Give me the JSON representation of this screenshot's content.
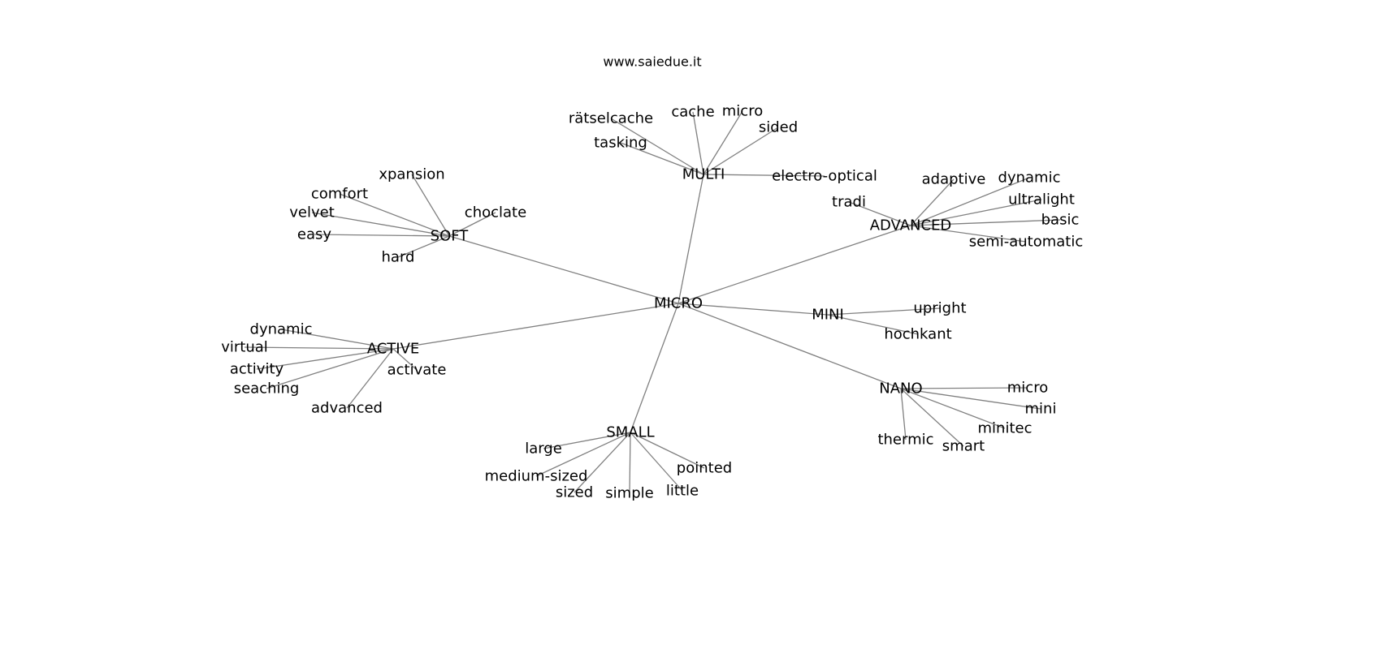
{
  "title": "www.saiedue.it",
  "edge_color": "#808080",
  "nodes": [
    {
      "id": "micro_root",
      "label": "MICRO"
    },
    {
      "id": "multi",
      "label": "MULTI"
    },
    {
      "id": "m_raetsel",
      "label": "rätselcache"
    },
    {
      "id": "m_cache",
      "label": "cache"
    },
    {
      "id": "m_micro",
      "label": "micro"
    },
    {
      "id": "m_sided",
      "label": "sided"
    },
    {
      "id": "m_tasking",
      "label": "tasking"
    },
    {
      "id": "m_electro",
      "label": "electro-optical"
    },
    {
      "id": "advanced",
      "label": "ADVANCED"
    },
    {
      "id": "a_tradi",
      "label": "tradi"
    },
    {
      "id": "a_adaptive",
      "label": "adaptive"
    },
    {
      "id": "a_dynamic",
      "label": "dynamic"
    },
    {
      "id": "a_ultralight",
      "label": "ultralight"
    },
    {
      "id": "a_basic",
      "label": "basic"
    },
    {
      "id": "a_semi",
      "label": "semi-automatic"
    },
    {
      "id": "soft",
      "label": "SOFT"
    },
    {
      "id": "s_xpansion",
      "label": "xpansion"
    },
    {
      "id": "s_comfort",
      "label": "comfort"
    },
    {
      "id": "s_velvet",
      "label": "velvet"
    },
    {
      "id": "s_easy",
      "label": "easy"
    },
    {
      "id": "s_hard",
      "label": "hard"
    },
    {
      "id": "s_choclate",
      "label": "choclate"
    },
    {
      "id": "active",
      "label": "ACTIVE"
    },
    {
      "id": "ac_dynamic",
      "label": "dynamic"
    },
    {
      "id": "ac_virtual",
      "label": "virtual"
    },
    {
      "id": "ac_activity",
      "label": "activity"
    },
    {
      "id": "ac_seaching",
      "label": "seaching"
    },
    {
      "id": "ac_advanced",
      "label": "advanced"
    },
    {
      "id": "ac_activate",
      "label": "activate"
    },
    {
      "id": "mini",
      "label": "MINI"
    },
    {
      "id": "mi_upright",
      "label": "upright"
    },
    {
      "id": "mi_hochkant",
      "label": "hochkant"
    },
    {
      "id": "nano",
      "label": "NANO"
    },
    {
      "id": "n_micro",
      "label": "micro"
    },
    {
      "id": "n_mini",
      "label": "mini"
    },
    {
      "id": "n_minitec",
      "label": "minitec"
    },
    {
      "id": "n_smart",
      "label": "smart"
    },
    {
      "id": "n_thermic",
      "label": "thermic"
    },
    {
      "id": "small",
      "label": "SMALL"
    },
    {
      "id": "sm_large",
      "label": "large"
    },
    {
      "id": "sm_medium",
      "label": "medium-sized"
    },
    {
      "id": "sm_sized",
      "label": "sized"
    },
    {
      "id": "sm_simple",
      "label": "simple"
    },
    {
      "id": "sm_little",
      "label": "little"
    },
    {
      "id": "sm_pointed",
      "label": "pointed"
    }
  ],
  "edges": [
    [
      "micro_root",
      "multi"
    ],
    [
      "micro_root",
      "advanced"
    ],
    [
      "micro_root",
      "soft"
    ],
    [
      "micro_root",
      "active"
    ],
    [
      "micro_root",
      "mini"
    ],
    [
      "micro_root",
      "nano"
    ],
    [
      "micro_root",
      "small"
    ],
    [
      "multi",
      "m_raetsel"
    ],
    [
      "multi",
      "m_cache"
    ],
    [
      "multi",
      "m_micro"
    ],
    [
      "multi",
      "m_sided"
    ],
    [
      "multi",
      "m_tasking"
    ],
    [
      "multi",
      "m_electro"
    ],
    [
      "advanced",
      "a_tradi"
    ],
    [
      "advanced",
      "a_adaptive"
    ],
    [
      "advanced",
      "a_dynamic"
    ],
    [
      "advanced",
      "a_ultralight"
    ],
    [
      "advanced",
      "a_basic"
    ],
    [
      "advanced",
      "a_semi"
    ],
    [
      "soft",
      "s_xpansion"
    ],
    [
      "soft",
      "s_comfort"
    ],
    [
      "soft",
      "s_velvet"
    ],
    [
      "soft",
      "s_easy"
    ],
    [
      "soft",
      "s_hard"
    ],
    [
      "soft",
      "s_choclate"
    ],
    [
      "active",
      "ac_dynamic"
    ],
    [
      "active",
      "ac_virtual"
    ],
    [
      "active",
      "ac_activity"
    ],
    [
      "active",
      "ac_seaching"
    ],
    [
      "active",
      "ac_advanced"
    ],
    [
      "active",
      "ac_activate"
    ],
    [
      "mini",
      "mi_upright"
    ],
    [
      "mini",
      "mi_hochkant"
    ],
    [
      "nano",
      "n_micro"
    ],
    [
      "nano",
      "n_mini"
    ],
    [
      "nano",
      "n_minitec"
    ],
    [
      "nano",
      "n_smart"
    ],
    [
      "nano",
      "n_thermic"
    ],
    [
      "small",
      "sm_large"
    ],
    [
      "small",
      "sm_medium"
    ],
    [
      "small",
      "sm_sized"
    ],
    [
      "small",
      "sm_simple"
    ],
    [
      "small",
      "sm_little"
    ],
    [
      "small",
      "sm_pointed"
    ]
  ]
}
